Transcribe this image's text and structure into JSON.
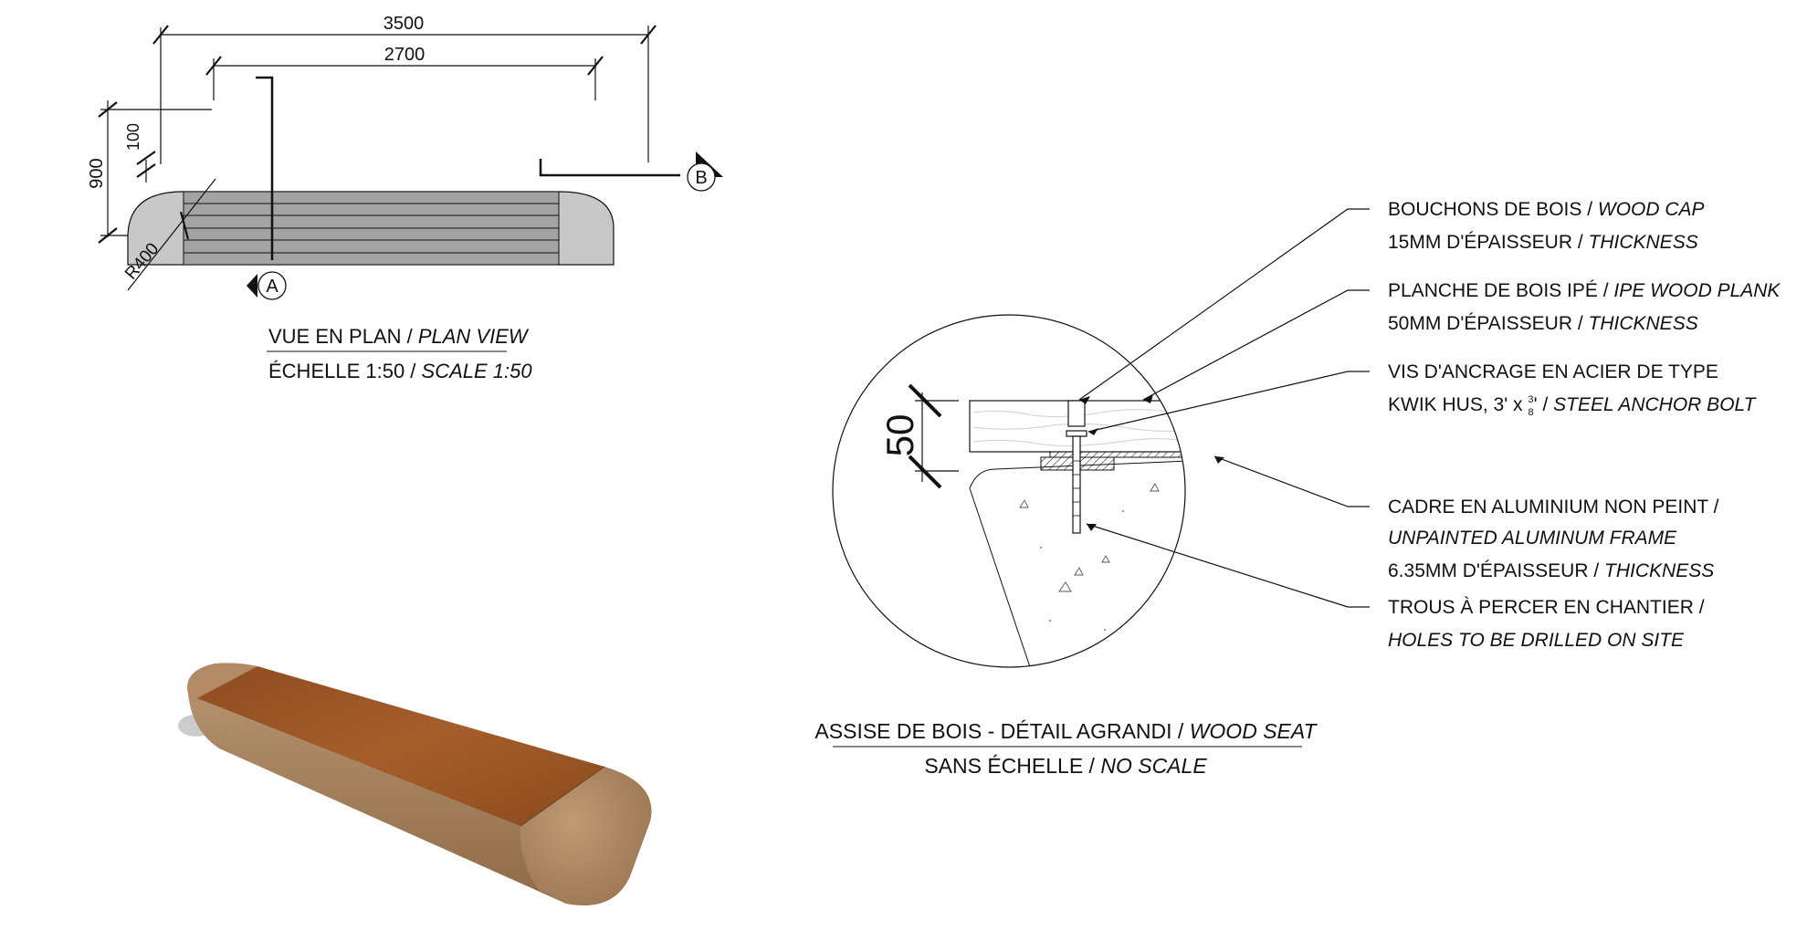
{
  "plan": {
    "dim_overall": "3500",
    "dim_inner": "2700",
    "dim_depth": "900",
    "dim_small": "100",
    "radius": "R400",
    "section_a": "A",
    "section_b": "B",
    "title_fr": "VUE EN PLAN / ",
    "title_en": "PLAN VIEW",
    "scale_fr": "ÉCHELLE 1:50 / ",
    "scale_en": "SCALE 1:50"
  },
  "detail": {
    "dim_thickness": "50",
    "labels": [
      {
        "line1_fr": "BOUCHONS DE BOIS / ",
        "line1_en": "WOOD CAP",
        "line2_fr": "15MM D'ÉPAISSEUR / ",
        "line2_en": "THICKNESS"
      },
      {
        "line1_fr": "PLANCHE DE BOIS IPÉ / ",
        "line1_en": "IPE WOOD PLANK",
        "line2_fr": "50MM D'ÉPAISSEUR / ",
        "line2_en": "THICKNESS"
      },
      {
        "line1_fr": "VIS D'ANCRAGE EN ACIER DE TYPE",
        "line2_fr": "KWIK HUS, 3' x ",
        "frac_num": "3",
        "frac_den": "8",
        "frac_tail": "' / ",
        "line2_en": "STEEL ANCHOR BOLT"
      },
      {
        "line1_fr": "CADRE EN ALUMINIUM NON PEINT / ",
        "line2_en": "UNPAINTED ALUMINUM FRAME",
        "line3_fr": "6.35MM D'ÉPAISSEUR / ",
        "line3_en": "THICKNESS"
      },
      {
        "line1_fr": "TROUS À PERCER EN CHANTIER / ",
        "line2_en": "HOLES TO BE DRILLED ON SITE"
      }
    ],
    "title_fr": "ASSISE DE BOIS - DÉTAIL AGRANDI / ",
    "title_en": "WOOD SEAT",
    "scale_fr": "SANS ÉCHELLE / ",
    "scale_en": "NO SCALE"
  },
  "colors": {
    "line": "#111111",
    "plan_fill": "#c8c8c8",
    "plank_fill": "#a3a3a3",
    "wood": "#9a5526",
    "concrete": "#a9835d"
  }
}
